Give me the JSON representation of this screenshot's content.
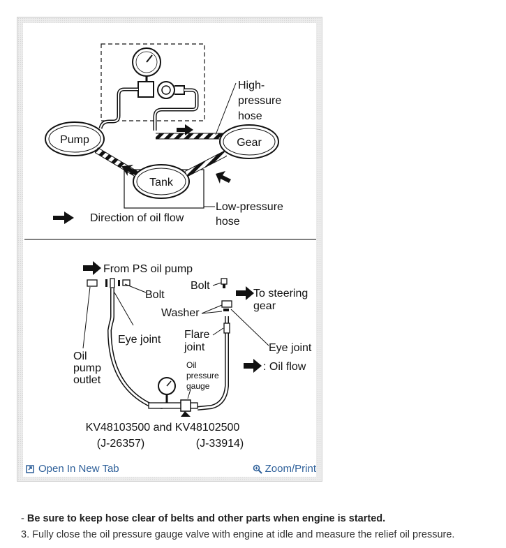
{
  "figure": {
    "top_panel": {
      "pump": "Pump",
      "gear": "Gear",
      "tank": "Tank",
      "high_pressure": [
        "High-",
        "pressure",
        "hose"
      ],
      "low_pressure": [
        "Low-pressure",
        "hose"
      ],
      "direction": "Direction of oil flow"
    },
    "bottom_panel": {
      "from_pump": "From PS oil pump",
      "bolt_left": "Bolt",
      "bolt_top": "Bolt",
      "to_steering": [
        "To steering",
        "gear"
      ],
      "washer": "Washer",
      "eye_joint_left": "Eye joint",
      "flare_joint": [
        "Flare",
        "joint"
      ],
      "eye_joint_right": "Eye joint",
      "oil_flow": ": Oil flow",
      "outlet": [
        "Oil",
        "pump",
        "outlet"
      ],
      "gauge": [
        "Oil",
        "pressure",
        "gauge"
      ],
      "tools": "KV48103500 and KV48102500",
      "tool_ref_1": "(J-26357)",
      "tool_ref_2": "(J-33914)"
    }
  },
  "toolbar": {
    "open_label": "Open In New Tab",
    "open_icon": "external-tab-icon",
    "zoom_label": "Zoom/Print",
    "zoom_icon": "magnifier-icon",
    "link_color": "#2d5f99"
  },
  "notes": {
    "bullet_prefix": "-",
    "bullet_text": "Be sure to keep hose clear of belts and other parts when engine is started.",
    "step_text": "3. Fully close the oil pressure gauge valve with engine at idle and measure the relief oil pressure."
  }
}
